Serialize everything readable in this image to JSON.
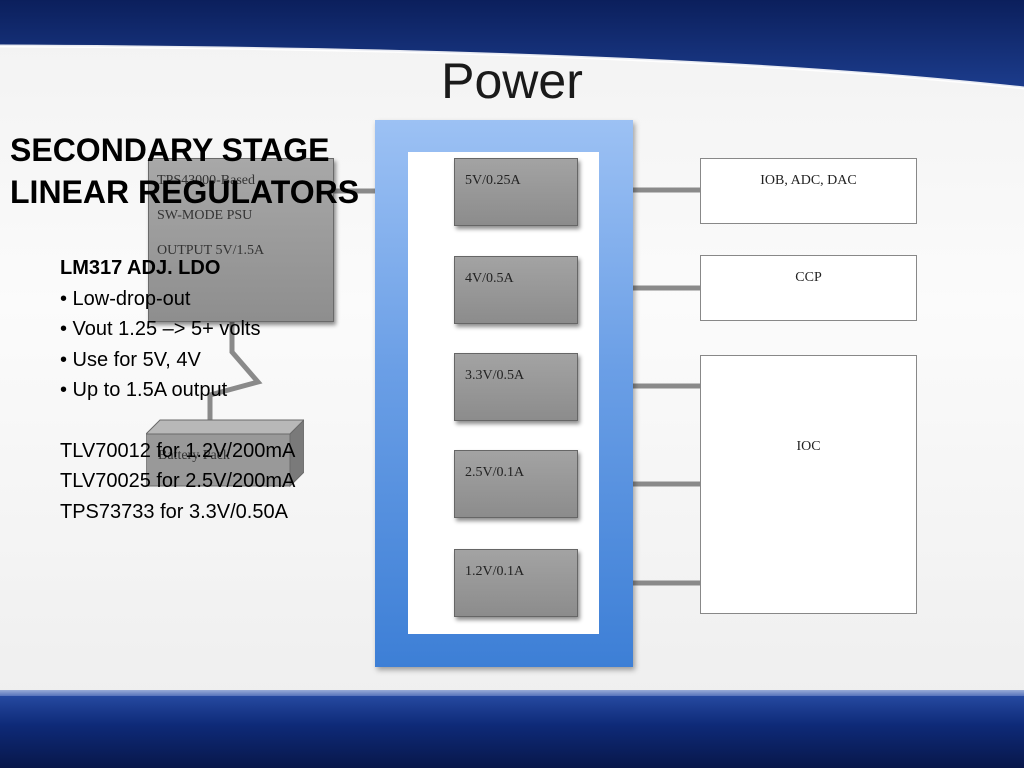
{
  "slide": {
    "title": "Power",
    "heading": [
      "SECONDARY STAGE",
      "LINEAR REGULATORS"
    ],
    "ldo": {
      "title": "LM317 ADJ. LDO",
      "bullets": [
        "• Low-drop-out",
        "• Vout 1.25 –> 5+ volts",
        "• Use for 5V, 4V",
        "• Up to 1.5A output"
      ]
    },
    "parts": [
      "TLV70012 for 1.2V/200mA",
      "TLV70025 for 2.5V/200mA",
      "TPS73733 for 3.3V/0.50A"
    ]
  },
  "diagram": {
    "psu": {
      "lines": [
        "TPS43000-Based",
        "SW-MODE PSU",
        "OUTPUT 5V/1.5A"
      ]
    },
    "battery": {
      "label": "Battery Pack"
    },
    "regulators": [
      {
        "label": "5V/0.25A"
      },
      {
        "label": "4V/0.5A"
      },
      {
        "label": "3.3V/0.5A"
      },
      {
        "label": "2.5V/0.1A"
      },
      {
        "label": "1.2V/0.1A"
      }
    ],
    "loads": [
      {
        "label": "IOB, ADC, DAC"
      },
      {
        "label": "CCP"
      },
      {
        "label": "IOC"
      }
    ],
    "colors": {
      "frame": "#5f96e0",
      "box": "#999999",
      "wire": "#8a8a8a"
    }
  }
}
